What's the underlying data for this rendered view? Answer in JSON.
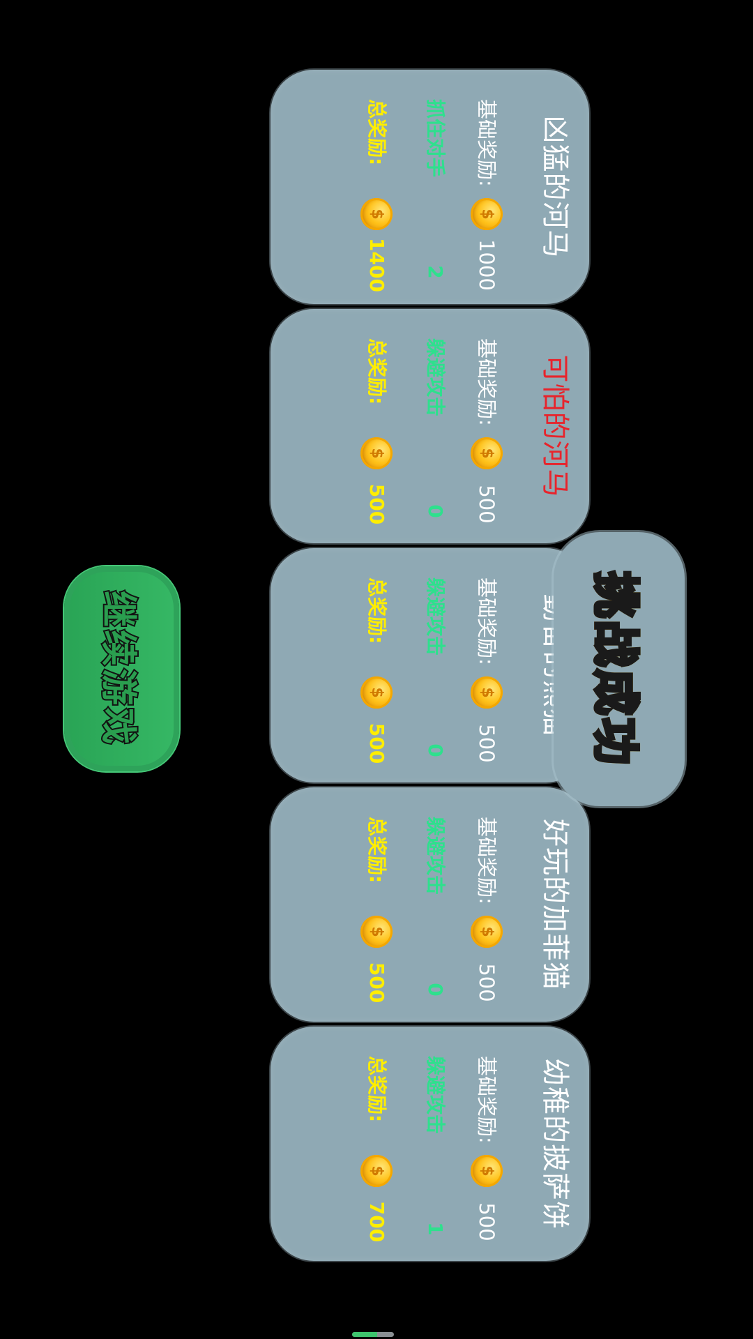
{
  "result_title": "挑战成功",
  "continue_label": "继续游戏",
  "labels": {
    "base_reward": "基础奖励:",
    "total_reward": "总奖励:"
  },
  "cards": [
    {
      "name": "凶猛的河马",
      "name_color": "#ffffff",
      "base": "1000",
      "bonus_label": "抓住对手",
      "bonus_value": "2",
      "total": "1400"
    },
    {
      "name": "可怕的河马",
      "name_color": "#e8232b",
      "base": "500",
      "bonus_label": "躲避攻击",
      "bonus_value": "0",
      "total": "500"
    },
    {
      "name": "勤奋的熊猫",
      "name_color": "#ffffff",
      "base": "500",
      "bonus_label": "躲避攻击",
      "bonus_value": "0",
      "total": "500"
    },
    {
      "name": "好玩的加菲猫",
      "name_color": "#ffffff",
      "base": "500",
      "bonus_label": "躲避攻击",
      "bonus_value": "0",
      "total": "500"
    },
    {
      "name": "幼稚的披萨饼",
      "name_color": "#ffffff",
      "base": "500",
      "bonus_label": "躲避攻击",
      "bonus_value": "1",
      "total": "700"
    }
  ],
  "icons": {
    "coin": "dollar-coin-icon",
    "coin_glyph": "$"
  },
  "colors": {
    "background": "#000000",
    "card": "#8fa9b4",
    "bonus_text": "#2ee08d",
    "total_text": "#ffee00",
    "button_green": "#36b865",
    "badge_gold": "#ffb300"
  }
}
